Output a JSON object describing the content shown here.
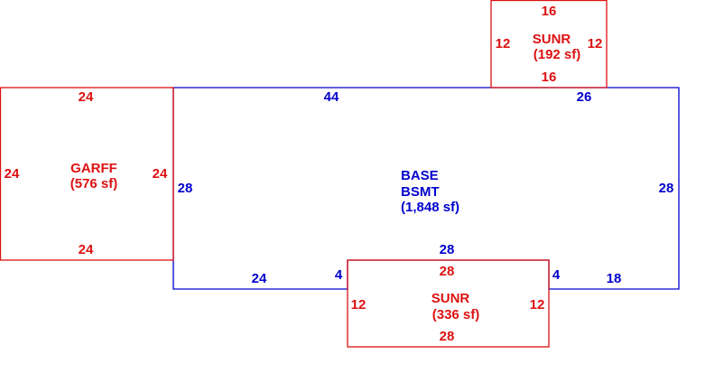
{
  "colors": {
    "main_area": "#0000cc",
    "addition": "#dd1111"
  },
  "areas": {
    "base": {
      "name": "BASE",
      "subname": "BSMT",
      "area": "(1,848 sf)",
      "dims": {
        "top_left": "44",
        "top_right": "26",
        "left": "28",
        "right": "28",
        "notch_top": "28",
        "bottom_left": "24",
        "notch_left": "4",
        "notch_right": "4",
        "bottom_right": "18"
      }
    },
    "garage": {
      "name": "GARFF",
      "area": "(576 sf)",
      "dims": {
        "top": "24",
        "bottom": "24",
        "left": "24",
        "right": "24"
      }
    },
    "sunroom_top": {
      "name": "SUNR",
      "area": "(192 sf)",
      "dims": {
        "top": "16",
        "bottom": "16",
        "left": "12",
        "right": "12"
      }
    },
    "sunroom_bottom": {
      "name": "SUNR",
      "area": "(336 sf)",
      "dims": {
        "top": "28",
        "bottom": "28",
        "left": "12",
        "right": "12"
      }
    }
  }
}
